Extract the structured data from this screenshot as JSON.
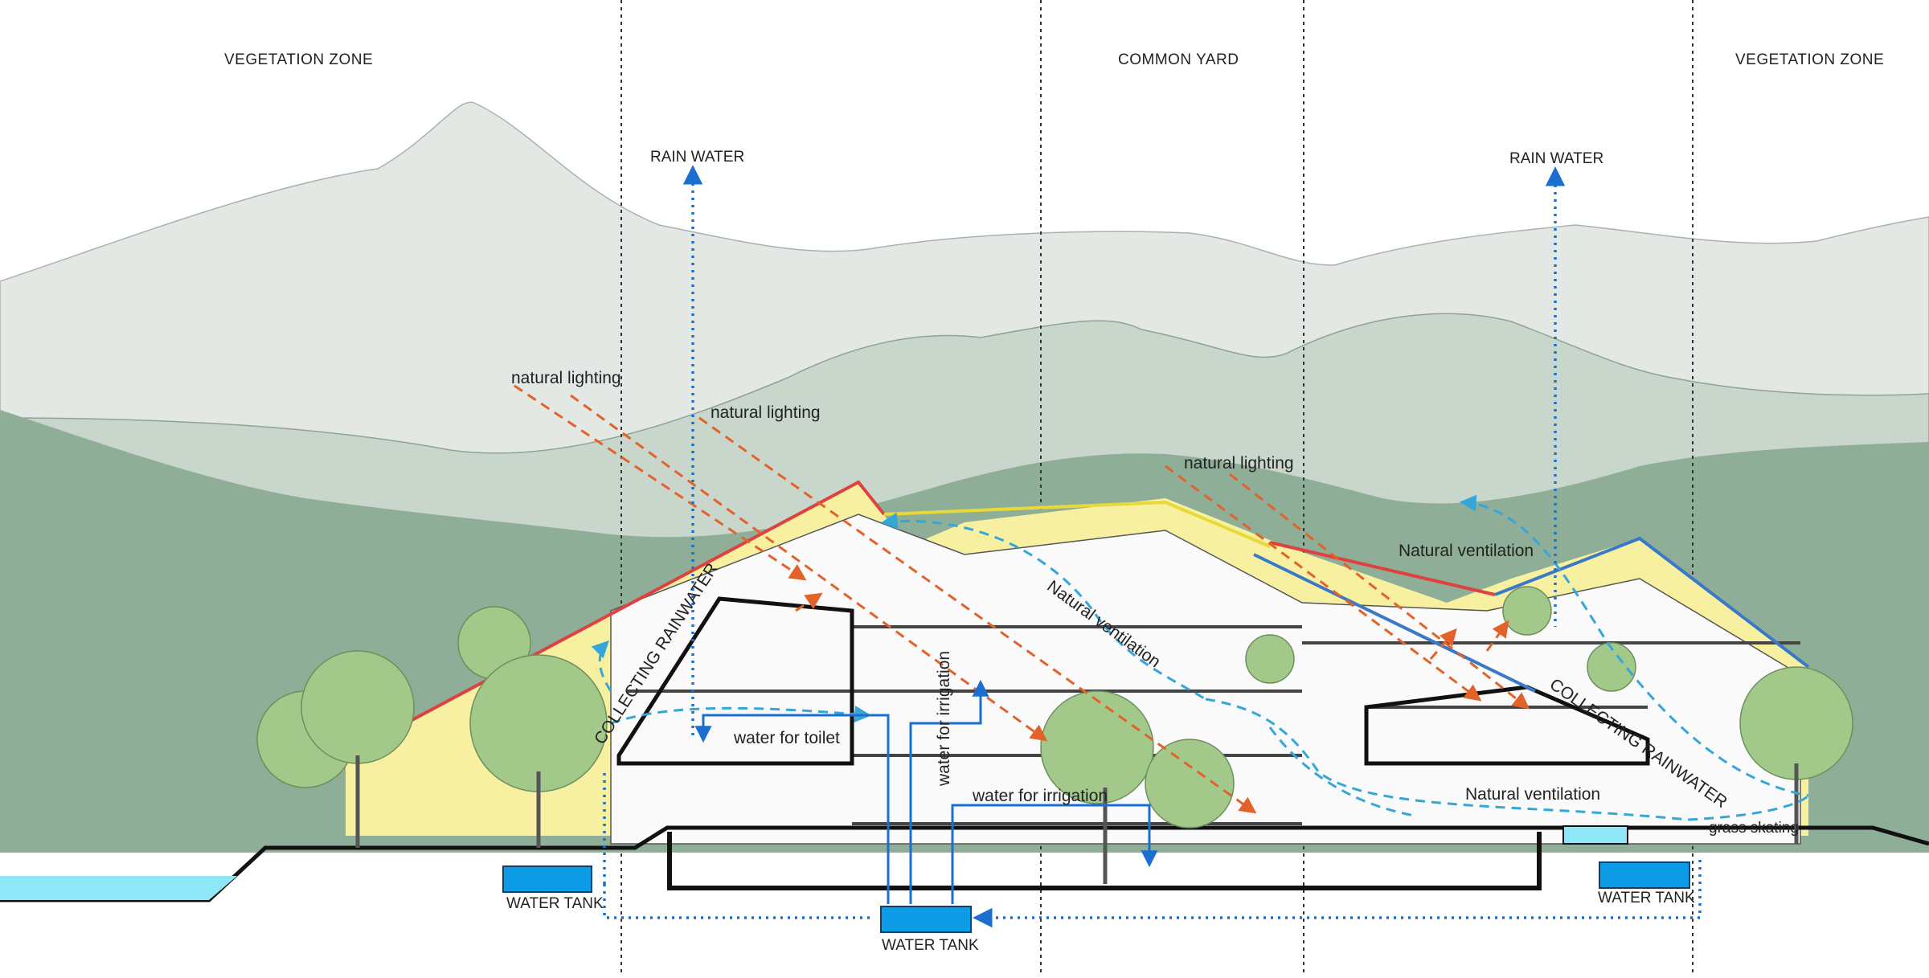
{
  "zones": {
    "left": "VEGETATION ZONE",
    "center": "COMMON YARD",
    "right": "VEGETATION ZONE"
  },
  "rain": {
    "left": "RAIN WATER",
    "right": "RAIN WATER"
  },
  "lighting": {
    "a": "natural lighting",
    "b": "natural lighting",
    "c": "natural lighting"
  },
  "ventilation": {
    "diag": "Natural ventilation",
    "upper": "Natural ventilation",
    "lower": "Natural ventilation"
  },
  "collecting": {
    "left": "COLLECTING RAINWATER",
    "right": "COLLECTING RAINWATER"
  },
  "water_use": {
    "toilet": "water for toilet",
    "irrigation_vertical": "water for irrigation",
    "irrigation_horizontal": "water for irrigation"
  },
  "grass": "grass skating",
  "tanks": {
    "left": "WATER TANK",
    "center": "WATER TANK",
    "right": "WATER TANK"
  },
  "colors": {
    "mountain_far": "#e3e8e4",
    "mountain_mid": "#c9d6cb",
    "mountain_near": "#8fae97",
    "roof_fill": "#f7f0a0",
    "roof_red": "#e04040",
    "roof_blue": "#3a78c8",
    "water_flow": "#1a6fd0",
    "light_ray": "#e2622a",
    "vent_flow": "#35a6d8",
    "tank": "#0e9be6",
    "pond": "#8ee6f6",
    "tree": "#a3c98a"
  }
}
